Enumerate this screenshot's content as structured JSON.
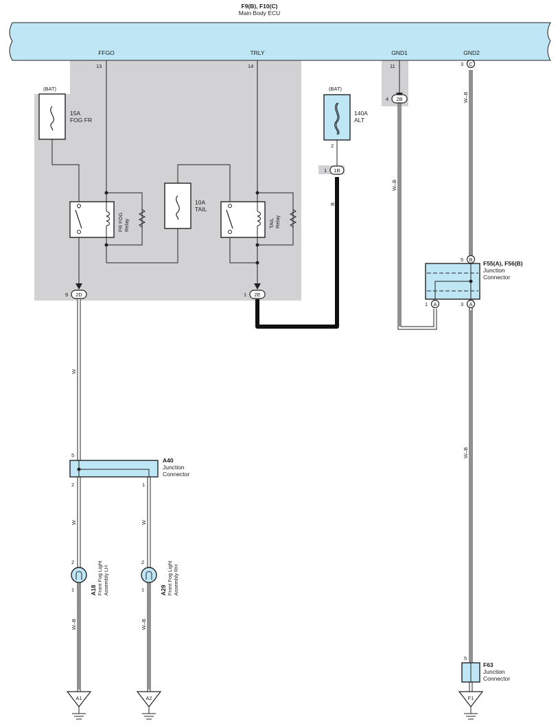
{
  "ecu": {
    "title": "F9(B), F10(C)",
    "subtitle": "Main Body ECU",
    "pins": {
      "ffgo": {
        "label": "FFGO",
        "num": "13"
      },
      "trly": {
        "label": "TRLY",
        "num": "14"
      },
      "gnd1": {
        "label": "GND1",
        "num": "11"
      },
      "gnd2": {
        "label": "GND2",
        "num": "3",
        "conn": "C"
      }
    }
  },
  "fuses": {
    "fog_fr": {
      "source": "(BAT)",
      "rating": "15A",
      "name": "FOG FR"
    },
    "tail": {
      "rating": "10A",
      "name": "TAIL"
    },
    "alt": {
      "source": "(BAT)",
      "rating": "140A",
      "name": "ALT",
      "pin": "2"
    }
  },
  "relays": {
    "fr_fog": {
      "line1": "FR FOG",
      "line2": "Relay"
    },
    "tail": {
      "line1": "TAIL",
      "line2": "Relay"
    }
  },
  "connectors": {
    "c2d": {
      "pin": "9",
      "id": "2D"
    },
    "c2e": {
      "pin": "1",
      "id": "2E"
    },
    "c1b": {
      "pin": "1",
      "id": "1B"
    },
    "c2b": {
      "pin": "4",
      "id": "2B"
    },
    "f55_b": {
      "pin": "5",
      "id": "B"
    },
    "f55_a1": {
      "pin": "1",
      "id": "A"
    },
    "f55_a3": {
      "pin": "3",
      "id": "A"
    }
  },
  "junctions": {
    "a40": {
      "code": "A40",
      "line1": "Junction",
      "line2": "Connector",
      "pin_in": "5",
      "pin_lh": "2",
      "pin_rh": "1"
    },
    "f55": {
      "code": "F55(A), F56(B)",
      "line1": "Junction",
      "line2": "Connector"
    },
    "f63": {
      "code": "F63",
      "line1": "Junction",
      "line2": "Connector",
      "pin": "5"
    }
  },
  "lamps": {
    "lh": {
      "code": "A18",
      "line1": "Front Fog Light",
      "line2": "Assembly LH",
      "pin_top": "2",
      "pin_bot": "1"
    },
    "rh": {
      "code": "A29",
      "line1": "Front Fog Light",
      "line2": "Assembly RH",
      "pin_top": "2",
      "pin_bot": "1"
    }
  },
  "wire_colors": {
    "w_b": "W–B",
    "w": "W",
    "b": "B"
  },
  "grounds": {
    "a1": "A1",
    "a2": "A2",
    "f1": "F1"
  },
  "colors": {
    "ecu_fill": "#bfe6f5",
    "component_fill": "#bfe6f5",
    "shade": "#d2d2d4",
    "wire_white": "#ffffff",
    "wire_black": "#111111"
  }
}
